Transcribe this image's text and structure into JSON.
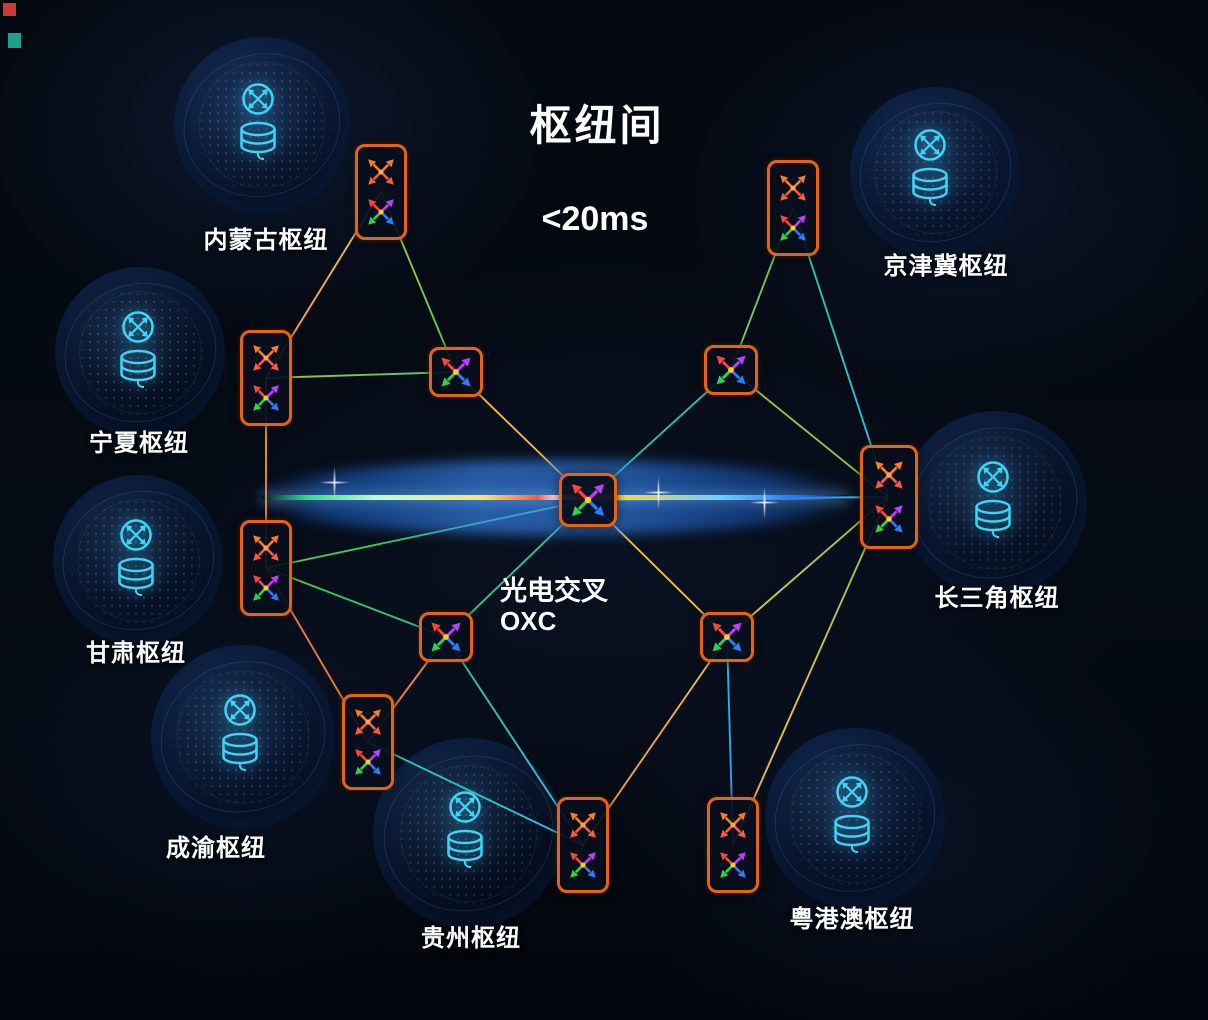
{
  "header": {
    "title": "枢纽间",
    "latency": "<20ms"
  },
  "center_node_label": {
    "line1": "光电交叉",
    "line2": "OXC"
  },
  "hubs": [
    {
      "id": "neimenggu",
      "label": "内蒙古枢纽"
    },
    {
      "id": "jingjinji",
      "label": "京津冀枢纽"
    },
    {
      "id": "ningxia",
      "label": "宁夏枢纽"
    },
    {
      "id": "gansu",
      "label": "甘肃枢纽"
    },
    {
      "id": "chengyu",
      "label": "成渝枢纽"
    },
    {
      "id": "guizhou",
      "label": "贵州枢纽"
    },
    {
      "id": "yuegangao",
      "label": "粤港澳枢纽"
    },
    {
      "id": "changsanjiao",
      "label": "长三角枢纽"
    }
  ],
  "colors": {
    "background": "#050b14",
    "oxc_border": "#e8630f",
    "hub_icon": "#3fd4f5",
    "label_text": "#ffffff"
  },
  "diagram": {
    "type": "network-topology",
    "description": "8 regional compute hubs interconnected through an OXC optical cross-connect mesh, inter-hub latency <20ms",
    "nodes": {
      "hub_oxc": [
        "oxc-neimenggu",
        "oxc-jingjinji",
        "oxc-ningxia",
        "oxc-gansu",
        "oxc-chengyu",
        "oxc-guizhou",
        "oxc-yuegangao",
        "oxc-changsanjiao"
      ],
      "core_oxc": [
        "core-nw",
        "core-ne",
        "core-center",
        "core-sw",
        "core-se"
      ]
    },
    "edges": [
      [
        "oxc-neimenggu",
        "core-nw"
      ],
      [
        "oxc-neimenggu",
        "oxc-ningxia"
      ],
      [
        "oxc-jingjinji",
        "core-ne"
      ],
      [
        "oxc-jingjinji",
        "oxc-changsanjiao"
      ],
      [
        "oxc-ningxia",
        "core-nw"
      ],
      [
        "oxc-ningxia",
        "oxc-gansu"
      ],
      [
        "oxc-gansu",
        "core-sw"
      ],
      [
        "oxc-gansu",
        "oxc-chengyu"
      ],
      [
        "oxc-gansu",
        "core-center"
      ],
      [
        "core-nw",
        "core-center"
      ],
      [
        "core-ne",
        "core-center"
      ],
      [
        "core-ne",
        "oxc-changsanjiao"
      ],
      [
        "core-center",
        "core-sw"
      ],
      [
        "core-center",
        "core-se"
      ],
      [
        "core-center",
        "oxc-changsanjiao"
      ],
      [
        "core-sw",
        "oxc-chengyu"
      ],
      [
        "core-sw",
        "oxc-guizhou"
      ],
      [
        "core-se",
        "oxc-guizhou"
      ],
      [
        "core-se",
        "oxc-yuegangao"
      ],
      [
        "core-se",
        "oxc-changsanjiao"
      ],
      [
        "oxc-chengyu",
        "oxc-guizhou"
      ],
      [
        "oxc-yuegangao",
        "oxc-changsanjiao"
      ]
    ]
  }
}
